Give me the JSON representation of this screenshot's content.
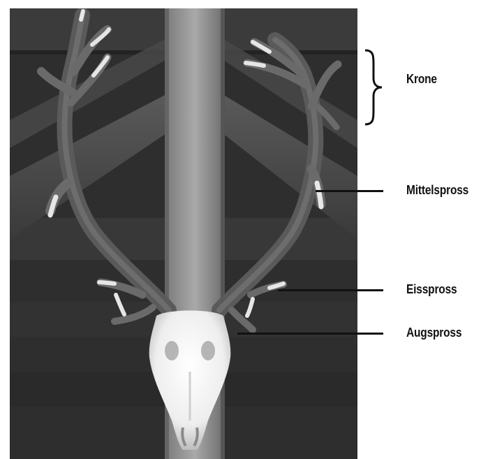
{
  "photo": {
    "subject": "red-deer-antlers-and-skull",
    "palette": {
      "background": "#2c2c2c",
      "wood_dark": "#3a3a3a",
      "wood_mid": "#6a6a6a",
      "wood_light": "#9c9c9c",
      "antler": "#5c5c5c",
      "tine_tip": "#e6e6e6",
      "skull": "#f4f4f4"
    }
  },
  "labels": {
    "krone": "Krone",
    "mittelspross": "Mittelspross",
    "eisspross": "Eisspross",
    "augspross": "Augspross"
  },
  "annotation_color": "#111111"
}
